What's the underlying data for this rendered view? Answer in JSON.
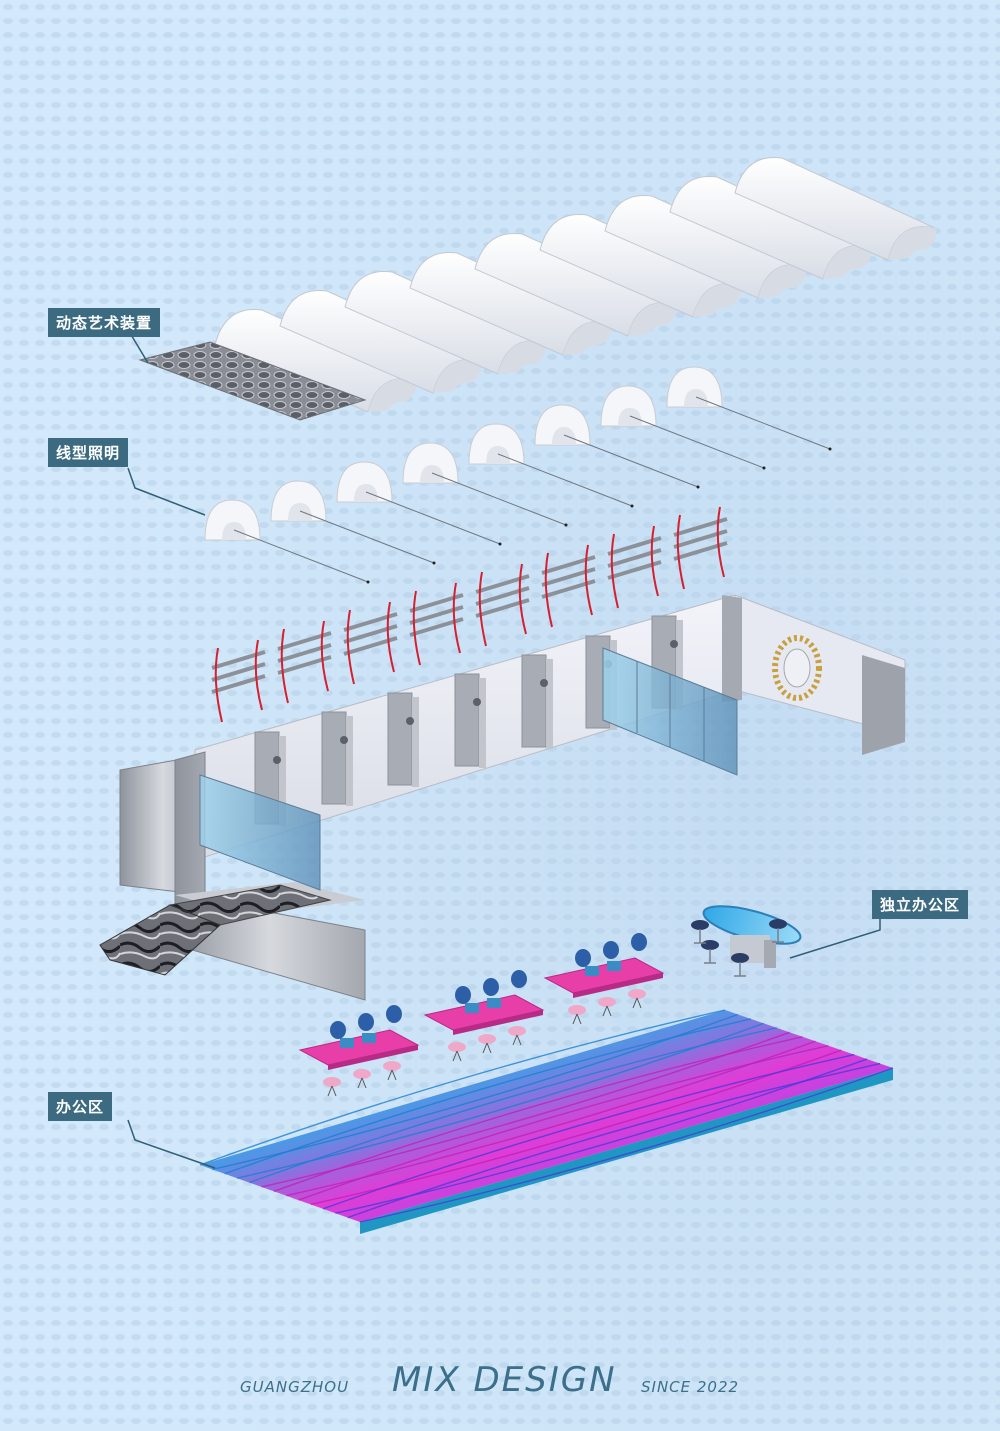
{
  "labels": {
    "art_installation": "动态艺术装置",
    "linear_lighting": "线型照明",
    "independent_office": "独立办公区",
    "office_area": "办公区"
  },
  "footer": {
    "city": "GUANGZHOU",
    "brand": "MIX DESIGN",
    "since": "SINCE 2022"
  },
  "colors": {
    "background": "#d3e9fb",
    "label_bg": "#3c6a80",
    "footer_text": "#3b6f8a",
    "desk_pink": "#e83ea8",
    "rail_red": "#d42030",
    "floor_cyan": "#2ad0f0",
    "floor_magenta": "#e33ad8"
  }
}
